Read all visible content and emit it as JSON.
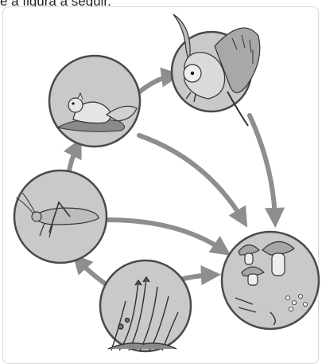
{
  "caption": "e a figura a seguir.",
  "diagram": {
    "type": "food-web",
    "nodes": [
      {
        "id": "owl",
        "icon": "owl-illustration"
      },
      {
        "id": "squirrel",
        "icon": "squirrel-illustration"
      },
      {
        "id": "grasshopper",
        "icon": "grasshopper-illustration"
      },
      {
        "id": "grass",
        "icon": "grass-illustration"
      },
      {
        "id": "decomposers",
        "icon": "mushrooms-and-microorganisms-illustration"
      }
    ],
    "arrows": [
      {
        "from": "grass",
        "to": "grasshopper"
      },
      {
        "from": "grass",
        "to": "decomposers"
      },
      {
        "from": "grasshopper",
        "to": "squirrel"
      },
      {
        "from": "grasshopper",
        "to": "decomposers"
      },
      {
        "from": "squirrel",
        "to": "owl"
      },
      {
        "from": "squirrel",
        "to": "decomposers"
      },
      {
        "from": "owl",
        "to": "decomposers"
      }
    ]
  },
  "colors": {
    "circle_fill": "#c9c9c9",
    "circle_stroke": "#4a4a4a",
    "arrow": "#8e8e8e"
  }
}
